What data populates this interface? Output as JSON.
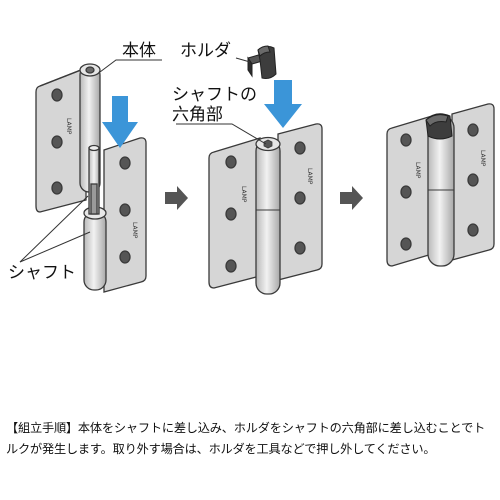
{
  "labels": {
    "body": "本体",
    "holder": "ホルダ",
    "shaft_top": "シャフトの",
    "shaft_bottom": "六角部",
    "shaft": "シャフト"
  },
  "caption": "【組立手順】本体をシャフトに差し込み、ホルダをシャフトの六角部に差し込むことでトルクが発生します。取り外す場合は、ホルダを工具などで押し外してください。",
  "colors": {
    "plate": "#d6d6d6",
    "outline": "#3a3a3a",
    "arrow_down": "#3b95d8",
    "arrow_right": "#555555",
    "holder": "#3d3d3d"
  }
}
